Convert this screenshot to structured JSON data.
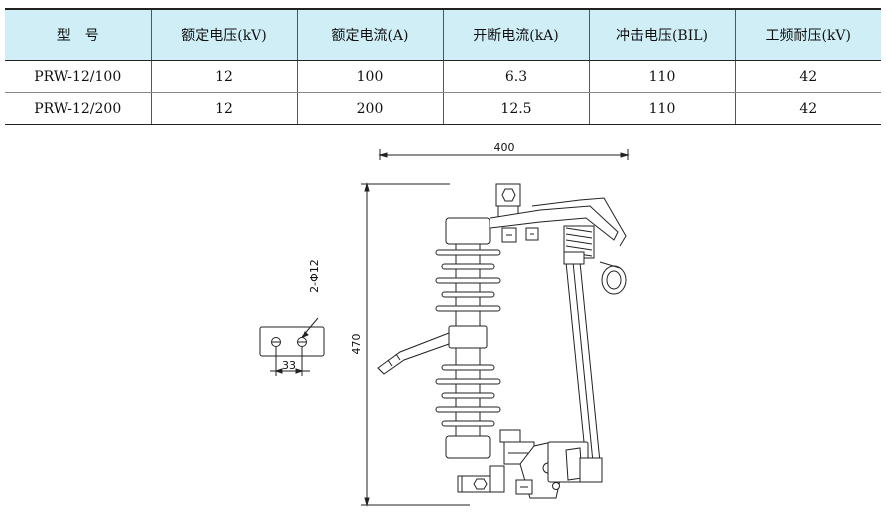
{
  "table": {
    "headers": [
      "型　号",
      "额定电压(kV)",
      "额定电流(A)",
      "开断电流(kA)",
      "冲击电压(BIL)",
      "工频耐压(kV)"
    ],
    "rows": [
      [
        "PRW-12/100",
        "12",
        "100",
        "6.3",
        "110",
        "42"
      ],
      [
        "PRW-12/200",
        "12",
        "200",
        "12.5",
        "110",
        "42"
      ]
    ]
  },
  "drawing": {
    "width_dim": "400",
    "height_dim": "470",
    "hole_label": "2-Φ12",
    "hole_spacing": "33"
  }
}
